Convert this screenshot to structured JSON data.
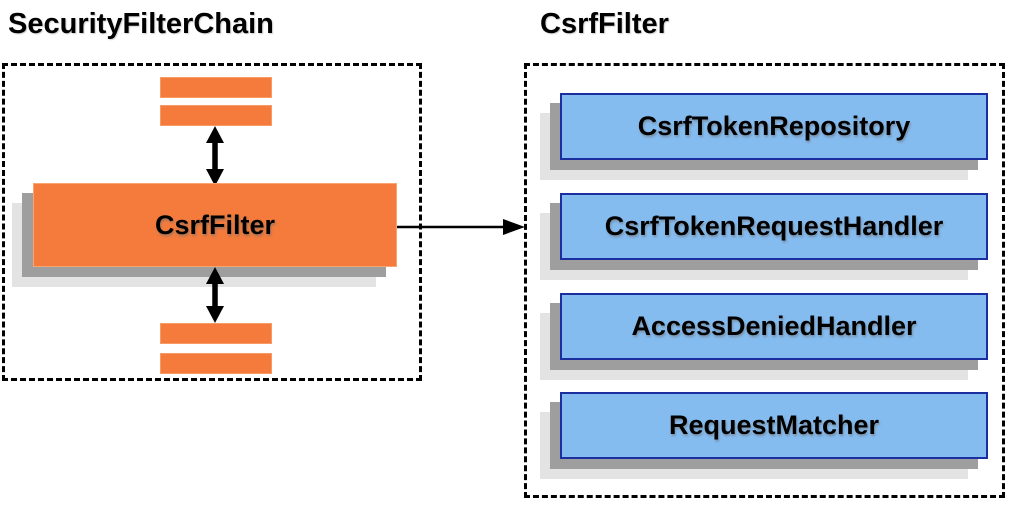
{
  "diagram": {
    "left_panel": {
      "title": "SecurityFilterChain",
      "filter_label": "CsrfFilter"
    },
    "right_panel": {
      "title": "CsrfFilter",
      "components": [
        "CsrfTokenRepository",
        "CsrfTokenRequestHandler",
        "AccessDeniedHandler",
        "RequestMatcher"
      ]
    },
    "colors": {
      "orange_fill": "#f47b3c",
      "blue_fill": "#85bcf0",
      "blue_border": "#1c2fa0",
      "shadow_dark": "#9e9e9e",
      "shadow_light": "#e3e3e3",
      "arrow": "#000000",
      "panel_border": "#000000"
    }
  }
}
